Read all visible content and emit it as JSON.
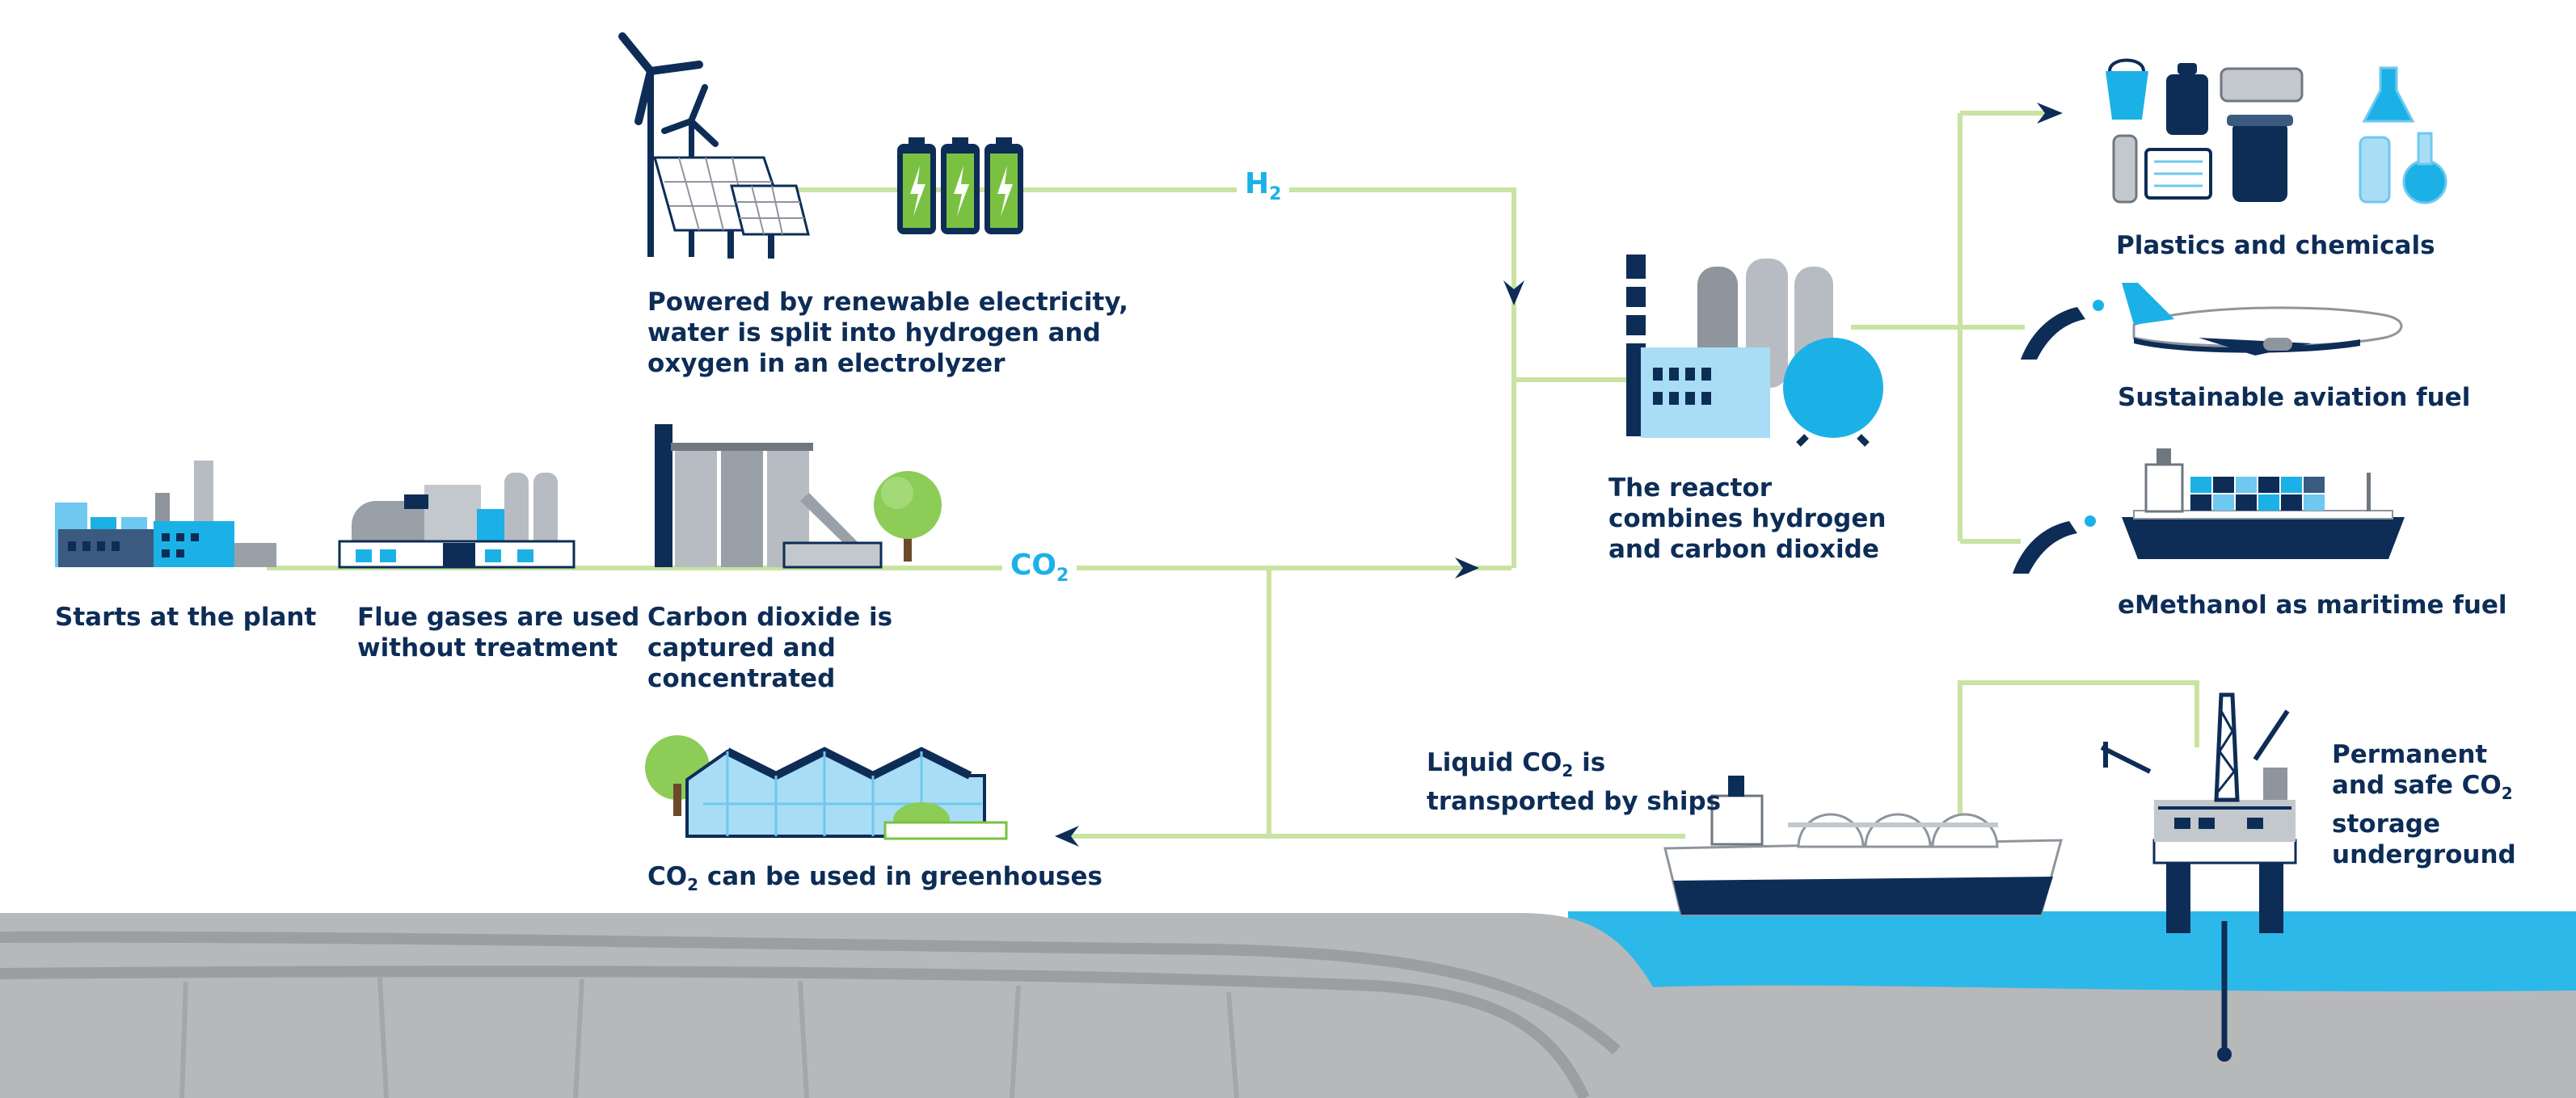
{
  "colors": {
    "navy": "#0d2d57",
    "accent_blue": "#1bb1e7",
    "flow_line": "#c8e3a2",
    "ground": "#b7b8ba",
    "sea": "#2cb9ea",
    "battery_green": "#7ac142"
  },
  "icons": [
    "wind-turbine-icon",
    "solar-panel-icon",
    "battery-icon",
    "factory-icon",
    "flue-gas-plant-icon",
    "capture-silo-icon",
    "tree-icon",
    "reactor-icon",
    "plastics-chemicals-icon",
    "airplane-icon",
    "fuel-nozzle-icon",
    "container-ship-icon",
    "lng-ship-icon",
    "offshore-platform-icon",
    "greenhouse-icon"
  ],
  "markers": {
    "h2": {
      "base": "H",
      "sub": "2"
    },
    "co2": {
      "base": "CO",
      "sub": "2"
    }
  },
  "labels": {
    "plant": "Starts at the plant",
    "flue": [
      "Flue gases are used",
      "without treatment"
    ],
    "capture": [
      "Carbon dioxide is",
      "captured and",
      "concentrated"
    ],
    "electrolyzer": [
      "Powered by renewable electricity,",
      "water is split into hydrogen and",
      "oxygen in an electrolyzer"
    ],
    "greenhouse": {
      "pre": "CO",
      "sub": "2",
      "post": " can be used in greenhouses"
    },
    "reactor": [
      "The reactor",
      "combines hydrogen",
      "and carbon dioxide"
    ],
    "plastics": "Plastics and chemicals",
    "aviation": "Sustainable aviation fuel",
    "maritime": "eMethanol as maritime fuel",
    "ships": {
      "pre": "Liquid CO",
      "sub": "2",
      "post": " is",
      "line2": "transported by ships"
    },
    "storage": {
      "line1": "Permanent",
      "line2_pre": "and safe CO",
      "line2_sub": "2",
      "line3": "storage",
      "line4": "underground"
    }
  }
}
